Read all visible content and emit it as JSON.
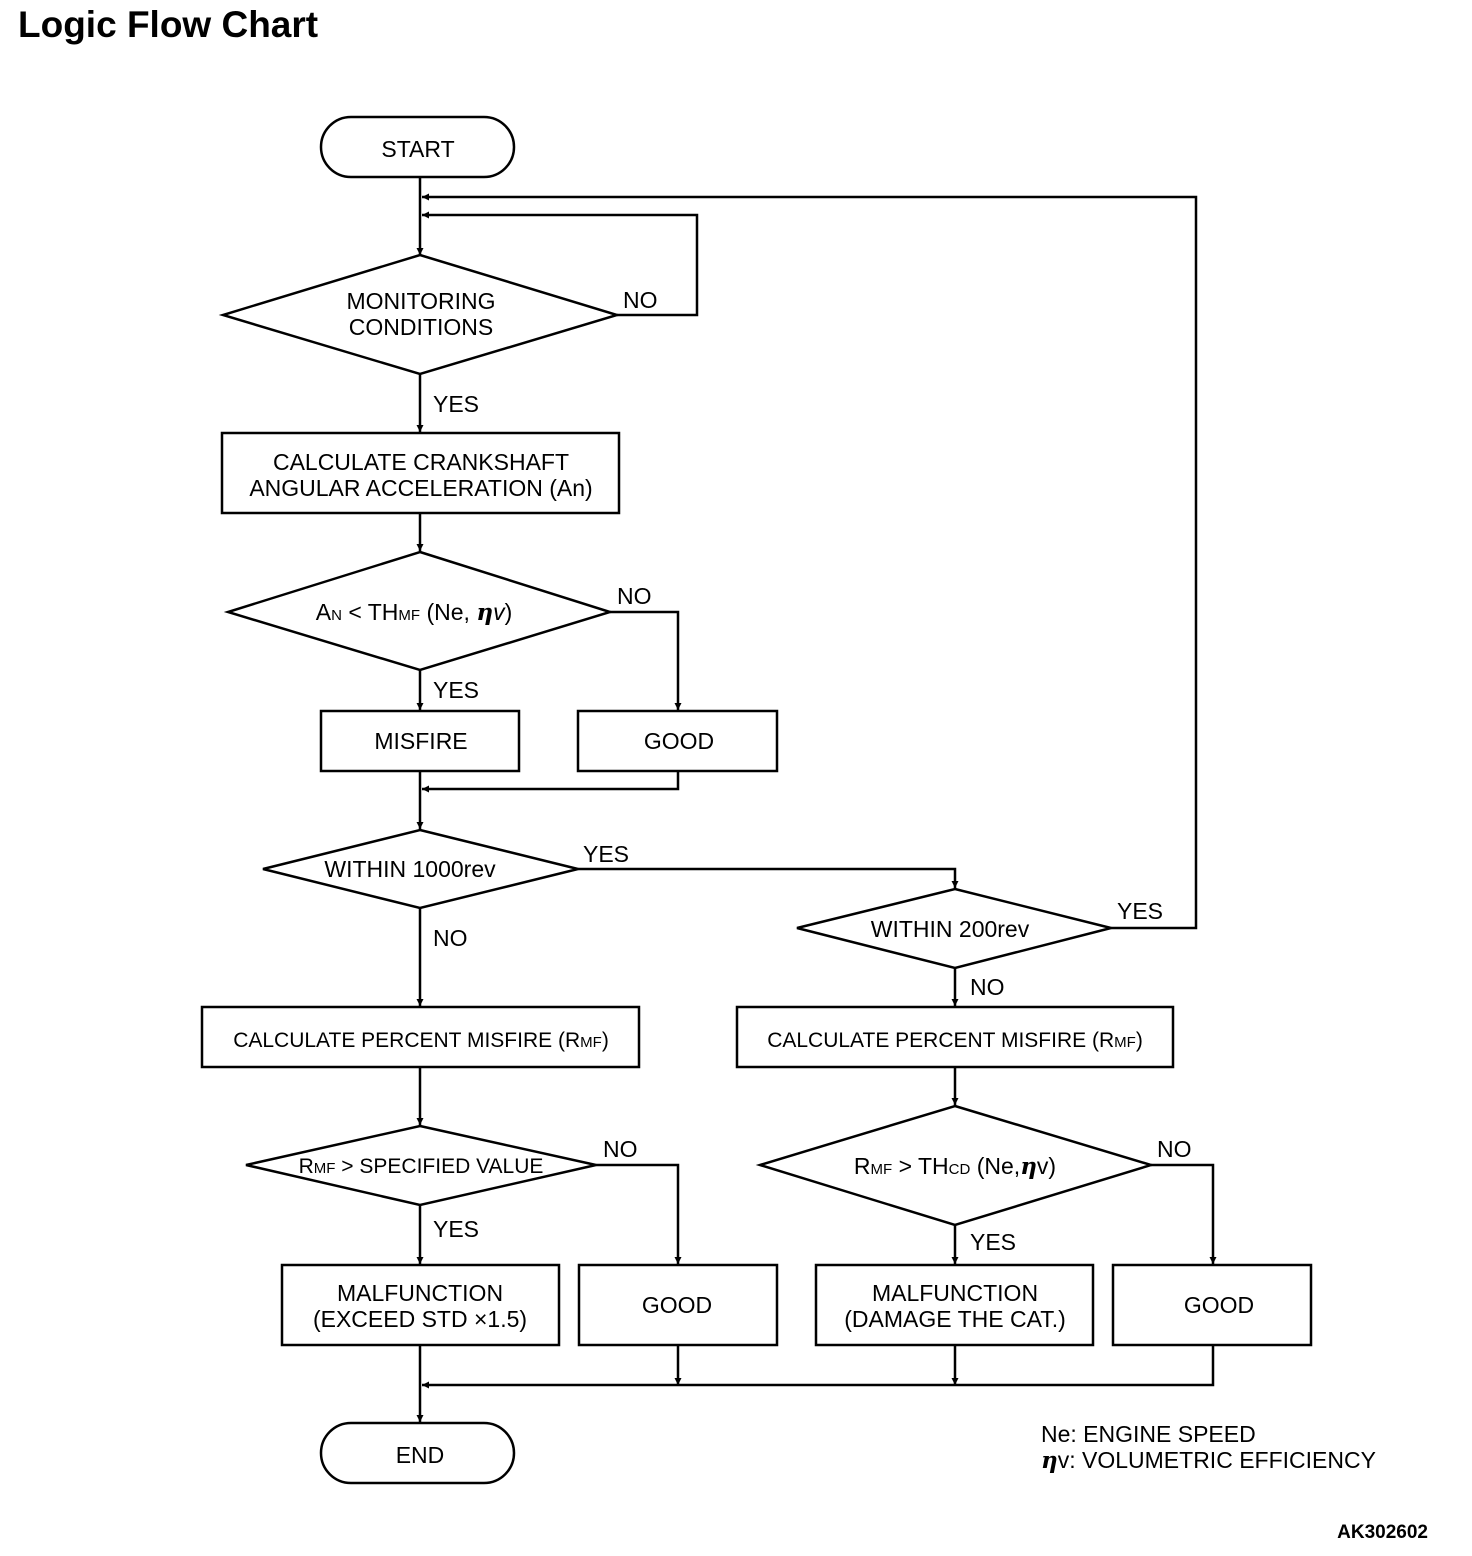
{
  "title": "Logic Flow Chart",
  "figure_code": "AK302602",
  "nodes": {
    "start": "START",
    "monitoring": [
      "MONITORING",
      "CONDITIONS"
    ],
    "calc_accel": [
      "CALCULATE CRANKSHAFT",
      "ANGULAR ACCELERATION (An)"
    ],
    "cond_an": {
      "a": "A",
      "a_sub": "N",
      "mid": " < TH",
      "th_sub": "MF",
      "rest": " (Ne, ",
      "eta": "η",
      "v": "v",
      "close": ")"
    },
    "misfire": "MISFIRE",
    "good": "GOOD",
    "within1000": "WITHIN 1000rev",
    "within200": "WITHIN 200rev",
    "calc_pct": {
      "text": "CALCULATE PERCENT MISFIRE (R",
      "sub": "MF",
      "close": ")"
    },
    "cond_spec": {
      "r": "R",
      "r_sub": "MF",
      "rest": " > SPECIFIED VALUE"
    },
    "cond_thcd": {
      "r": "R",
      "r_sub": "MF",
      "mid": " > TH",
      "th_sub": "CD",
      "rest": " (Ne,",
      "eta": "η",
      "v": "v",
      "close": ")"
    },
    "malf_std": [
      "MALFUNCTION",
      "(EXCEED STD  ×1.5)"
    ],
    "malf_cat": [
      "MALFUNCTION",
      "(DAMAGE THE CAT.)"
    ],
    "end": "END"
  },
  "edges": {
    "yes": "YES",
    "no": "NO"
  },
  "legend": {
    "ne": "Ne: ENGINE SPEED",
    "eta_symbol": "η",
    "eta_text": "v: VOLUMETRIC EFFICIENCY"
  }
}
